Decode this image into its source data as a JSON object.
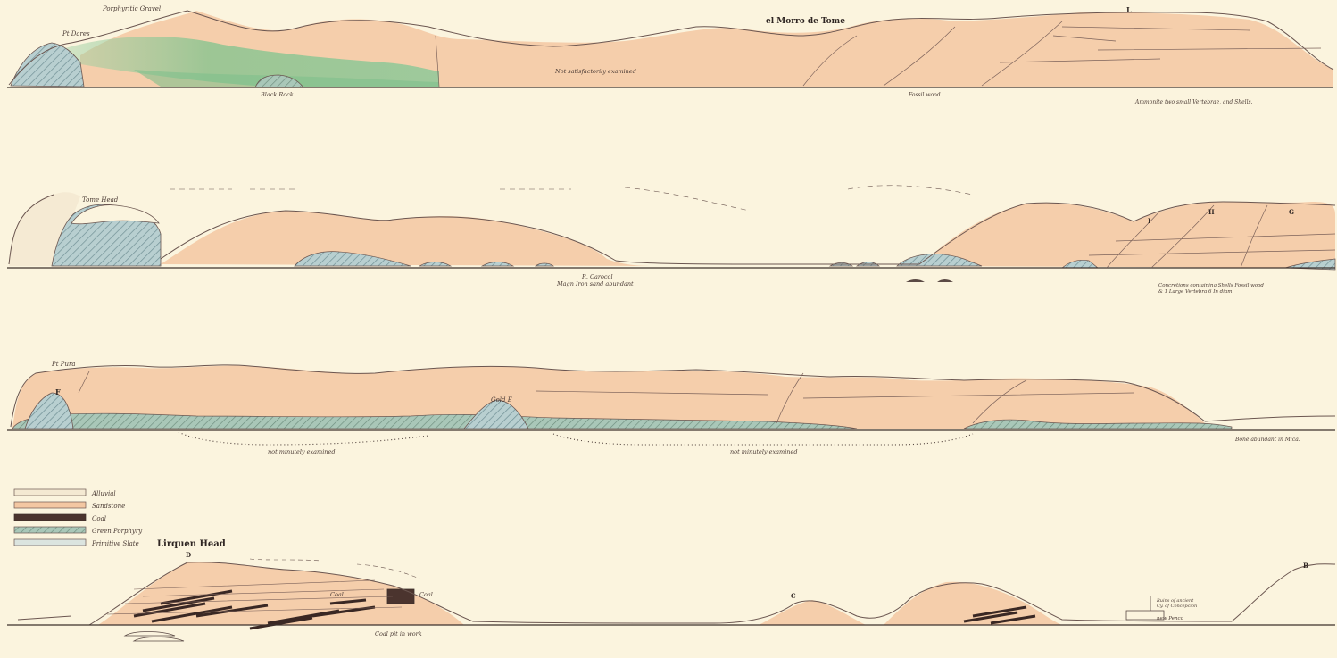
{
  "sections": {
    "one": {
      "labels": {
        "porphyritic_gravel": "Porphyritic Gravel",
        "pt_dares": "Pt Dares",
        "black_rock": "Black Rock",
        "not_satisfactorily": "Not satisfactorily examined",
        "morro": "el Morro de Tome",
        "L": "L",
        "fossil_wood": "Fossil wood",
        "ammonite": "Ammonite two small Vertebrae, and Shells."
      }
    },
    "two": {
      "labels": {
        "tome_head": "Tome Head",
        "r_carocol": "R. Carocol",
        "magn_iron": "Magn Iron sand abundant",
        "concretions_1": "Concretions containing Shells Fossil wood",
        "concretions_2": "& 1 Large Vertebra 6 In diam.",
        "I": "I",
        "H": "H",
        "G": "G"
      }
    },
    "three": {
      "labels": {
        "pt_pura": "Pt Pura",
        "F": "F",
        "gold": "Gold E",
        "not_minutely_1": "not minutely examined",
        "not_minutely_2": "not minutely examined",
        "bone": "Bone abundant in Mica."
      }
    },
    "four": {
      "labels": {
        "lirquen_head": "Lirquen Head",
        "D": "D",
        "coal_a": "Coal",
        "coal_b": "Coal",
        "C": "C",
        "B": "B",
        "coal_pit": "Coal pit in work",
        "ruins_1": "Ruins of ancient",
        "ruins_2": "Cy. of Concepcion",
        "new_penco": "new Penco"
      }
    }
  },
  "legend": {
    "items": [
      {
        "label": "Alluvial",
        "color": "#f4e9d2"
      },
      {
        "label": "Sandstone",
        "color": "#f3c7a2"
      },
      {
        "label": "Coal",
        "color": "#4b342e"
      },
      {
        "label": "Green Porphyry",
        "color": "#a8c3b6"
      },
      {
        "label": "Primitive Slate",
        "color": "#dbe4df"
      }
    ]
  },
  "colors": {
    "paper": "#fbf4de",
    "sandstone": "#f3c7a2",
    "green_porphyry": "#8fc29a",
    "slate": "#a9c2c4",
    "ink": "#6b5650",
    "coal": "#4b342e"
  }
}
